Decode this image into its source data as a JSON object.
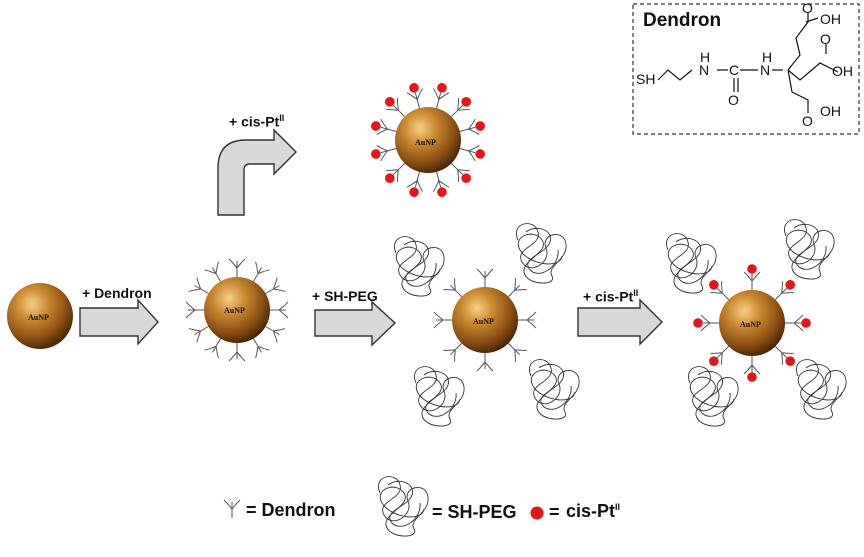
{
  "structure_box": {
    "title": "Dendron",
    "atoms": {
      "sh": "SH",
      "nh1_h": "H",
      "nh1_n": "N",
      "carbon": "C",
      "oxygen": "O",
      "nh2_h": "H",
      "nh2_n": "N",
      "cooh_top": "OH",
      "o_top": "O",
      "cooh_mid": "OH",
      "o_mid": "O",
      "cooh_bot": "OH",
      "o_bot": "O"
    }
  },
  "particle_label": "AuNP",
  "steps": {
    "dendron": "+ Dendron",
    "sh_peg": "+ SH-PEG",
    "cis_pt_top": "+ cis-Pt",
    "cis_pt_right": "+ cis-Pt",
    "superscript": "II"
  },
  "legend": {
    "dendron": "= Dendron",
    "sh_peg": "= SH-PEG",
    "cis_pt_eq": "=",
    "cis_pt": "cis-Pt",
    "superscript": "II"
  },
  "colors": {
    "gold_light": "#f5c77a",
    "gold_mid": "#b5711f",
    "gold_dark": "#5a2f05",
    "cis_pt_red": "#e3161a",
    "arrow_fill": "#d8d8d8"
  }
}
